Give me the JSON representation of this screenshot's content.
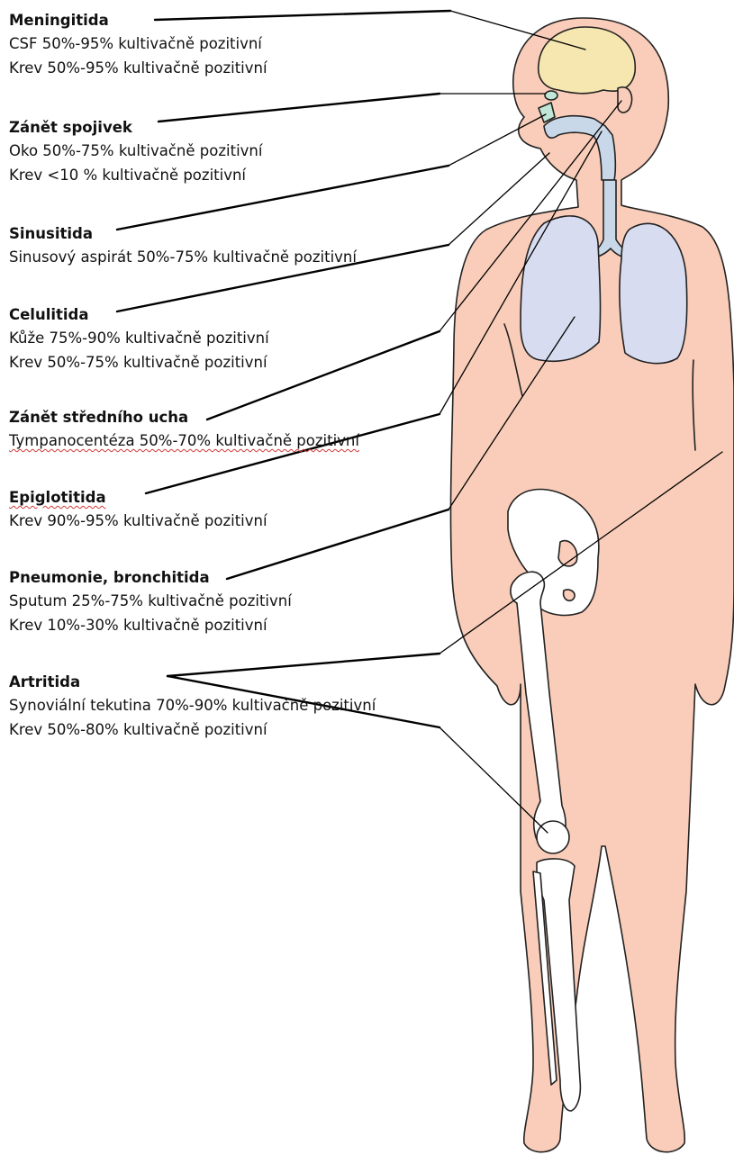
{
  "labels": [
    {
      "title": "Meningitida",
      "lines": [
        "CSF 50%-95% kultivačně pozitivní",
        "Krev 50%-95% kultivačně pozitivní"
      ]
    },
    {
      "title": "Zánět spojivek",
      "lines": [
        "Oko 50%-75% kultivačně pozitivní",
        "Krev <10 % kultivačně pozitivní"
      ]
    },
    {
      "title": "Sinusitida",
      "lines": [
        "Sinusový aspirát 50%-75% kultivačně pozitivní"
      ]
    },
    {
      "title": "Celulitida",
      "lines": [
        "Kůže 75%-90% kultivačně pozitivní",
        "Krev 50%-75% kultivačně pozitivní"
      ]
    },
    {
      "title": "Zánět středního ucha",
      "lines": [
        "Tympanocentéza 50%-70% kultivačně pozitivní"
      ]
    },
    {
      "title": "Epiglotitida",
      "lines": [
        "Krev 90%-95% kultivačně pozitivní"
      ]
    },
    {
      "title": "Pneumonie, bronchitida",
      "lines": [
        "Sputum 25%-75% kultivačně pozitivní",
        "Krev 10%-30% kultivačně pozitivní"
      ]
    },
    {
      "title": "Artritida",
      "lines": [
        "Synoviální tekutina 70%-90% kultivačně pozitivní",
        "Krev 50%-80% kultivačně pozitivní"
      ]
    }
  ],
  "colors": {
    "skin": "#f9cdb9",
    "brain": "#f6e6b0",
    "lungs": "#d8dcf0",
    "airway": "#c8d8e8",
    "eye": "#bfe6d6",
    "bone": "#ffffff",
    "outline": "#222222",
    "leader": "#000000",
    "spellcheck": "#d23a3a"
  },
  "figure_description": "body outline with brain, lungs, trachea, pelvis and leg bones"
}
